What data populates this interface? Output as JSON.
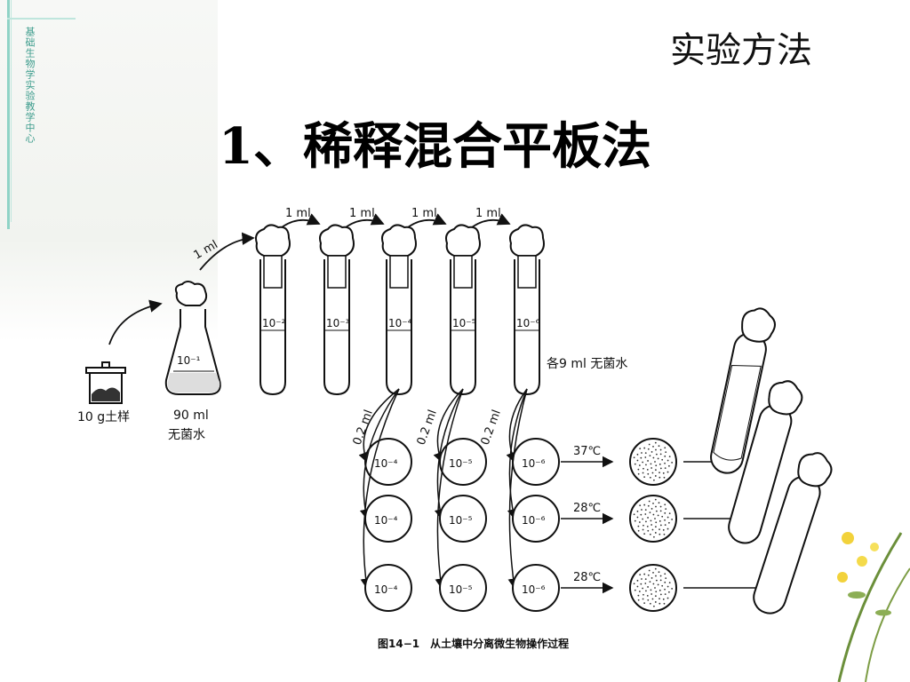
{
  "header": {
    "side_label": "基础生物学实验教学中心",
    "title": "实验方法",
    "subtitle": "1、稀释混合平板法"
  },
  "figure": {
    "caption": "图14−1　从土壤中分离微生物操作过程",
    "transfer_label": "1 ml",
    "sample_label": "10 g土样",
    "flask_volume": "90 ml",
    "flask_water": "无菌水",
    "flask_dilution": "10⁻¹",
    "tube_dilutions": [
      "10⁻²",
      "10⁻³",
      "10⁻⁴",
      "10⁻⁵",
      "10⁻⁶"
    ],
    "tube_water_note": "各9 ml 无菌水",
    "plating_volume": "0.2 ml",
    "plate_columns": [
      "10⁻⁴",
      "10⁻⁵",
      "10⁻⁶"
    ],
    "temperatures": [
      "37℃",
      "28℃",
      "28℃"
    ]
  },
  "colors": {
    "accent": "#8fd3c6",
    "side_text": "#3c9c8c",
    "ink": "#111111"
  }
}
